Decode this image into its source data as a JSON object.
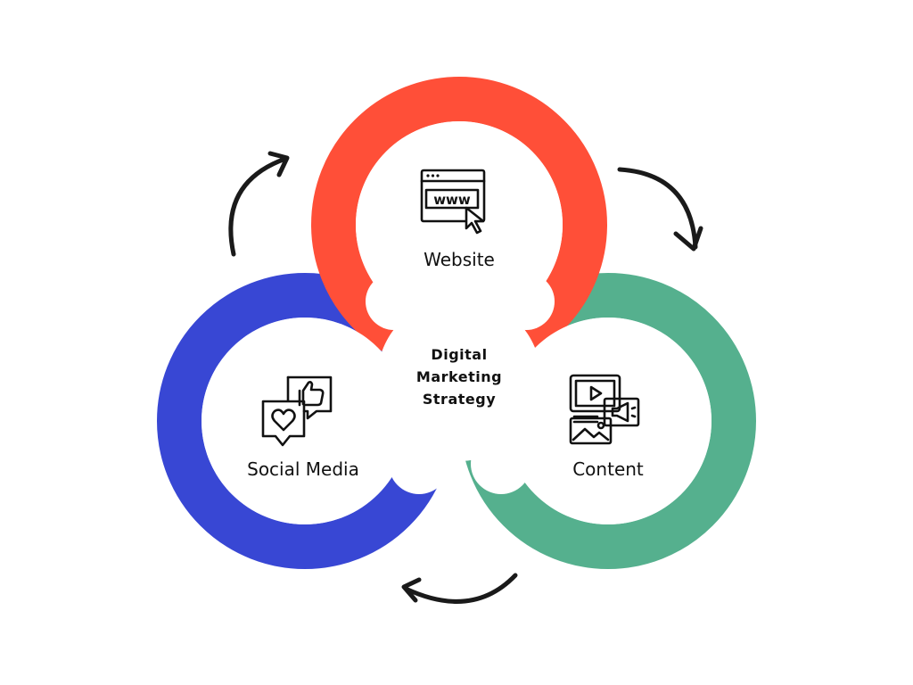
{
  "center": {
    "lines": [
      "Digital",
      "Marketing",
      "Strategy"
    ]
  },
  "nodes": [
    {
      "id": "website",
      "label": "Website",
      "color": "#FF4F38",
      "icon": "www-browser-cursor-icon"
    },
    {
      "id": "social",
      "label": "Social Media",
      "color": "#3847D4",
      "icon": "chat-heart-thumbs-up-icon"
    },
    {
      "id": "content",
      "label": "Content",
      "color": "#55B08E",
      "icon": "video-megaphone-image-icon"
    }
  ],
  "icon_text": {
    "www": "www"
  },
  "cycle": {
    "direction": "clockwise",
    "arrows": [
      "social-to-website",
      "website-to-content",
      "content-to-social"
    ]
  }
}
